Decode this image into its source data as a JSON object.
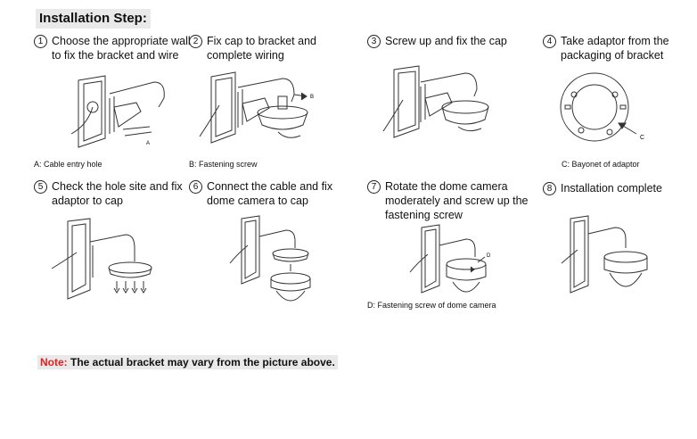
{
  "title": "Installation Step:",
  "steps": [
    {
      "num": "1",
      "text": "Choose the appropriate wall to fix the bracket and wire"
    },
    {
      "num": "2",
      "text": "Fix cap to bracket and complete wiring"
    },
    {
      "num": "3",
      "text": "Screw up and fix the cap"
    },
    {
      "num": "4",
      "text": "Take adaptor from the packaging of bracket"
    },
    {
      "num": "5",
      "text": "Check the hole site and fix adaptor to cap"
    },
    {
      "num": "6",
      "text": "Connect the cable and fix dome camera to cap"
    },
    {
      "num": "7",
      "text": "Rotate the dome camera moderately and screw up the fastening screw"
    },
    {
      "num": "8",
      "text": "Installation complete"
    }
  ],
  "captions": {
    "a": "A: Cable entry hole",
    "b": "B: Fastening screw",
    "c": "C: Bayonet of adaptor",
    "d": "D: Fastening screw of dome camera"
  },
  "callout_letters": {
    "a": "A",
    "b": "B",
    "c": "C",
    "d": "D"
  },
  "note": {
    "label": "Note:",
    "text": " The actual bracket may vary from the picture above."
  }
}
